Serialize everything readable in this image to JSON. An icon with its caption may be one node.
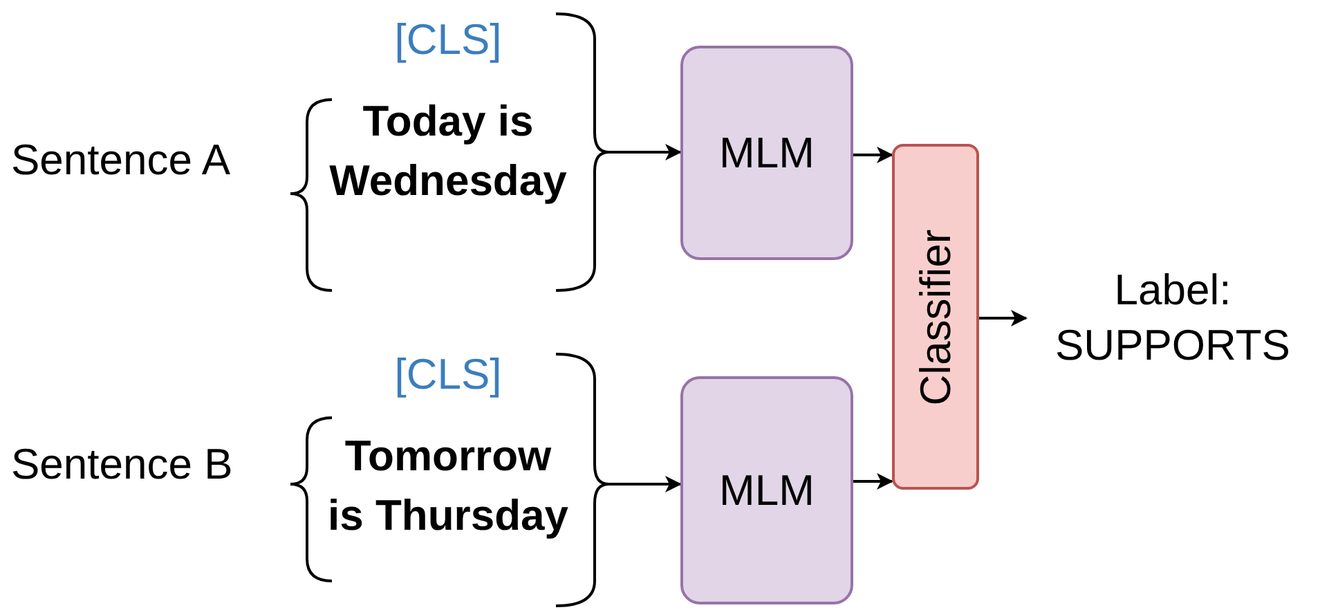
{
  "diagram": {
    "nodes": [
      {
        "text": [
          "[CLS]",
          "Today is Wednesday"
        ]
      },
      {
        "text": [
          "MLM"
        ]
      },
      {
        "text": [
          "[CLS]",
          "Tomorrow is Thursday"
        ]
      },
      {
        "text": [
          "MLM"
        ]
      },
      {
        "text": [
          "Classifier"
        ]
      },
      {
        "text": [
          "Label: SUPPORTS"
        ]
      }
    ],
    "edges": [
      {
        "from": 0,
        "to": 1,
        "arrow": "to"
      },
      {
        "from": 1,
        "to": 4,
        "arrow": "to"
      },
      {
        "from": 2,
        "to": 3,
        "arrow": "to"
      },
      {
        "from": 3,
        "to": 4,
        "arrow": "to"
      },
      {
        "from": 4,
        "to": 5,
        "arrow": "to"
      }
    ],
    "labels": [
      "Sentence A",
      "Sentence B"
    ]
  }
}
